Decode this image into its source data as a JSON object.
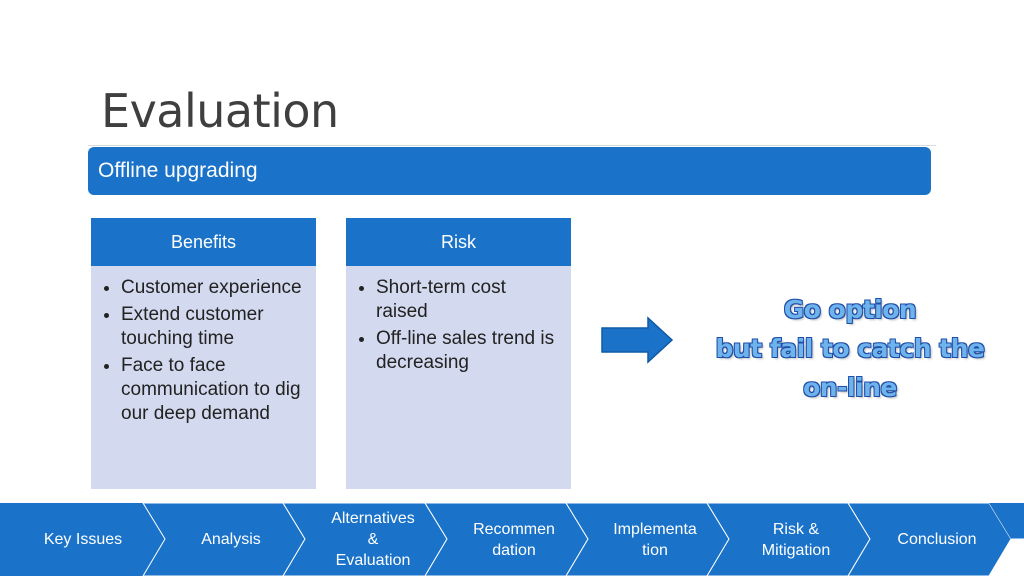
{
  "slide": {
    "title": "Evaluation",
    "banner": "Offline upgrading"
  },
  "benefits": {
    "header": "Benefits",
    "items": [
      "Customer experience",
      "Extend customer touching time",
      "Face to face communication to dig our deep demand"
    ]
  },
  "risk": {
    "header": "Risk",
    "items": [
      "Short-term cost raised",
      "Off-line sales trend is decreasing"
    ]
  },
  "conclusion_callout": {
    "line1": "Go option",
    "line2": "but fail to catch the",
    "line3": "on-line"
  },
  "nav": {
    "steps": [
      "Key Issues",
      "Analysis",
      "Alternatives\n&\nEvaluation",
      "Recommen\ndation",
      "Implementa\ntion",
      "Risk &\nMitigation",
      "Conclusion"
    ]
  },
  "colors": {
    "primary_blue": "#1a72c9",
    "card_body": "#d3d9ee",
    "callout_text": "#6fb3ec",
    "callout_outline": "#1f4ea8"
  }
}
